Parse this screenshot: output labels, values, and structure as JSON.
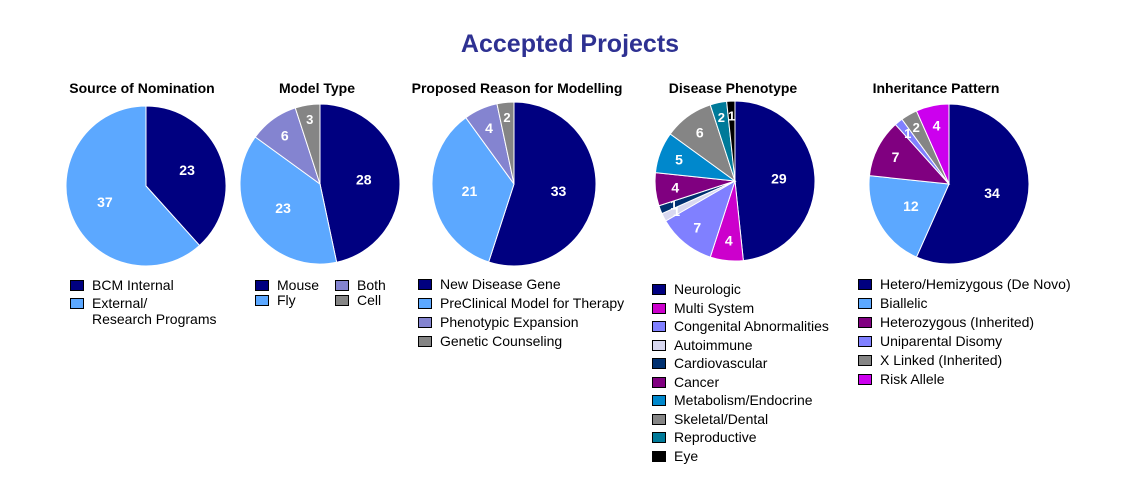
{
  "title": "Accepted Projects",
  "chart_data": [
    {
      "type": "pie",
      "title": "Source of Nomination",
      "slices": [
        {
          "label": "BCM Internal",
          "value": 23,
          "color": "#000080"
        },
        {
          "label": "External/\nResearch Programs",
          "value": 37,
          "color": "#5ca8ff"
        }
      ]
    },
    {
      "type": "pie",
      "title": "Model Type",
      "slices": [
        {
          "label": "Mouse",
          "value": 28,
          "color": "#000080"
        },
        {
          "label": "Fly",
          "value": 23,
          "color": "#5ca8ff"
        },
        {
          "label": "Both",
          "value": 6,
          "color": "#8484d0"
        },
        {
          "label": "Cell",
          "value": 3,
          "color": "#858585"
        }
      ]
    },
    {
      "type": "pie",
      "title": "Proposed Reason for Modelling",
      "slices": [
        {
          "label": "New Disease Gene",
          "value": 33,
          "color": "#000080"
        },
        {
          "label": "PreClinical Model for Therapy",
          "value": 21,
          "color": "#5ca8ff"
        },
        {
          "label": "Phenotypic Expansion",
          "value": 4,
          "color": "#8484d0"
        },
        {
          "label": "Genetic Counseling",
          "value": 2,
          "color": "#858585"
        }
      ]
    },
    {
      "type": "pie",
      "title": "Disease Phenotype",
      "slices": [
        {
          "label": "Neurologic",
          "value": 29,
          "color": "#000080"
        },
        {
          "label": "Multi System",
          "value": 4,
          "color": "#cc00cc"
        },
        {
          "label": "Congenital Abnormalities",
          "value": 7,
          "color": "#8080ff"
        },
        {
          "label": "Autoimmune",
          "value": 1,
          "color": "#d8d8f0"
        },
        {
          "label": "Cardiovascular",
          "value": 1,
          "color": "#003070"
        },
        {
          "label": "Cancer",
          "value": 4,
          "color": "#800080"
        },
        {
          "label": "Metabolism/Endocrine",
          "value": 5,
          "color": "#0088cc"
        },
        {
          "label": "Skeletal/Dental",
          "value": 6,
          "color": "#858585"
        },
        {
          "label": "Reproductive",
          "value": 2,
          "color": "#007a99"
        },
        {
          "label": "Eye",
          "value": 1,
          "color": "#000000"
        }
      ]
    },
    {
      "type": "pie",
      "title": "Inheritance Pattern",
      "slices": [
        {
          "label": "Hetero/Hemizygous (De Novo)",
          "value": 34,
          "color": "#000080"
        },
        {
          "label": "Biallelic",
          "value": 12,
          "color": "#5ca8ff"
        },
        {
          "label": "Heterozygous (Inherited)",
          "value": 7,
          "color": "#800080"
        },
        {
          "label": "Uniparental Disomy",
          "value": 1,
          "color": "#8080ff"
        },
        {
          "label": "X Linked (Inherited)",
          "value": 2,
          "color": "#858585"
        },
        {
          "label": "Risk Allele",
          "value": 4,
          "color": "#cc00ee"
        }
      ]
    }
  ]
}
